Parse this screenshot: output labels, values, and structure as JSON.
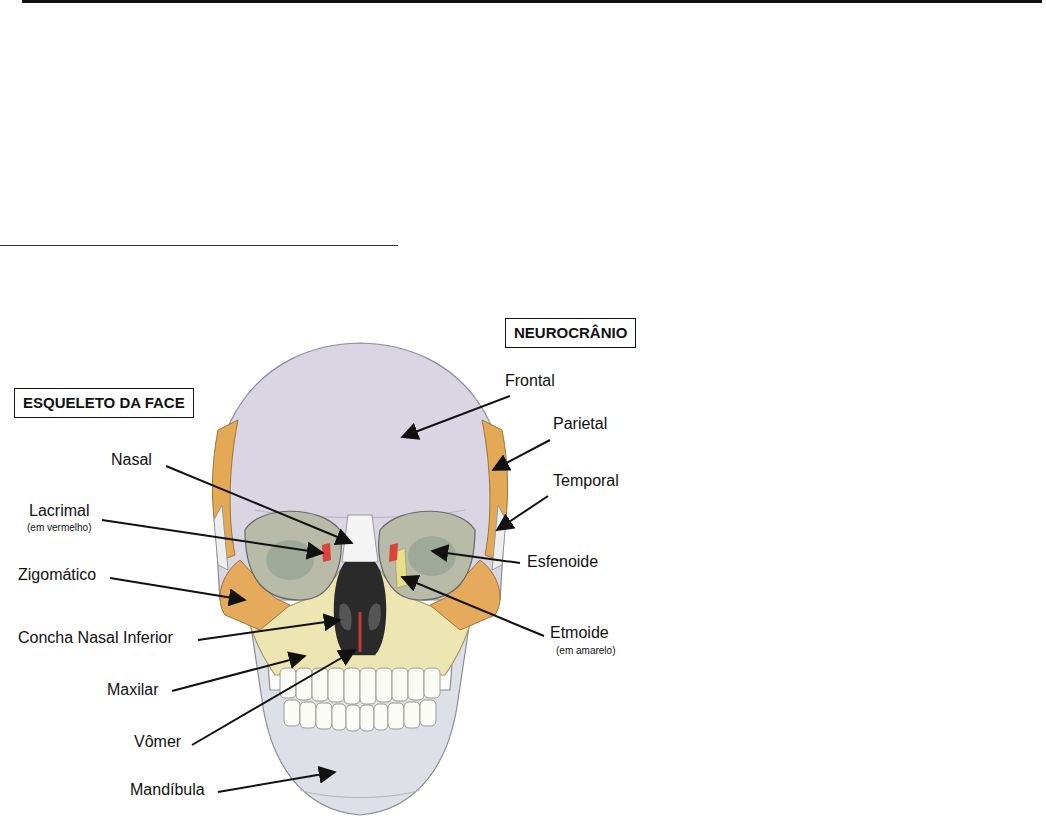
{
  "diagram": {
    "nodes": [
      {
        "text": [
          "NEUROCRÂNIO"
        ]
      },
      {
        "text": [
          "ESQUELETO DA FACE"
        ]
      }
    ],
    "labels": [
      "Frontal",
      "Parietal",
      "Temporal",
      "Esfenoide",
      "Etmoide",
      "(em amarelo)",
      "Nasal",
      "Lacrimal",
      "(em vermelho)",
      "Zigomático",
      "Concha Nasal Inferior",
      "Maxilar",
      "Vômer",
      "Mandíbula"
    ]
  }
}
